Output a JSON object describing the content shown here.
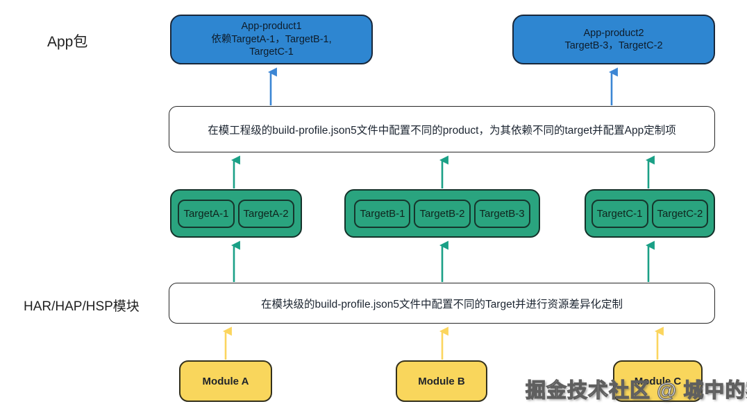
{
  "labels": {
    "app_package": "App包",
    "module_layer": "HAR/HAP/HSP模块"
  },
  "products": [
    {
      "lines": [
        "App-product1",
        "依赖TargetA-1，TargetB-1,",
        "TargetC-1"
      ]
    },
    {
      "lines": [
        "App-product2",
        "TargetB-3，TargetC-2"
      ]
    }
  ],
  "notes": {
    "project_level": "在模工程级的build-profile.json5文件中配置不同的product，为其依赖不同的target并配置App定制项",
    "module_level": "在模块级的build-profile.json5文件中配置不同的Target并进行资源差异化定制"
  },
  "target_groups": [
    {
      "targets": [
        "TargetA-1",
        "TargetA-2"
      ]
    },
    {
      "targets": [
        "TargetB-1",
        "TargetB-2",
        "TargetB-3"
      ]
    },
    {
      "targets": [
        "TargetC-1",
        "TargetC-2"
      ]
    }
  ],
  "modules": [
    "Module A",
    "Module B",
    "Module C"
  ],
  "watermark": "掘金技术社区 @ 城中的雾",
  "colors": {
    "product_fill": "#2e86d1",
    "target_fill": "#2aa47f",
    "module_fill": "#f9d65c",
    "arrow_blue": "#3c86d4",
    "arrow_teal": "#1aa086",
    "arrow_yellow": "#fbd55e",
    "dark_border": "#18273a"
  }
}
